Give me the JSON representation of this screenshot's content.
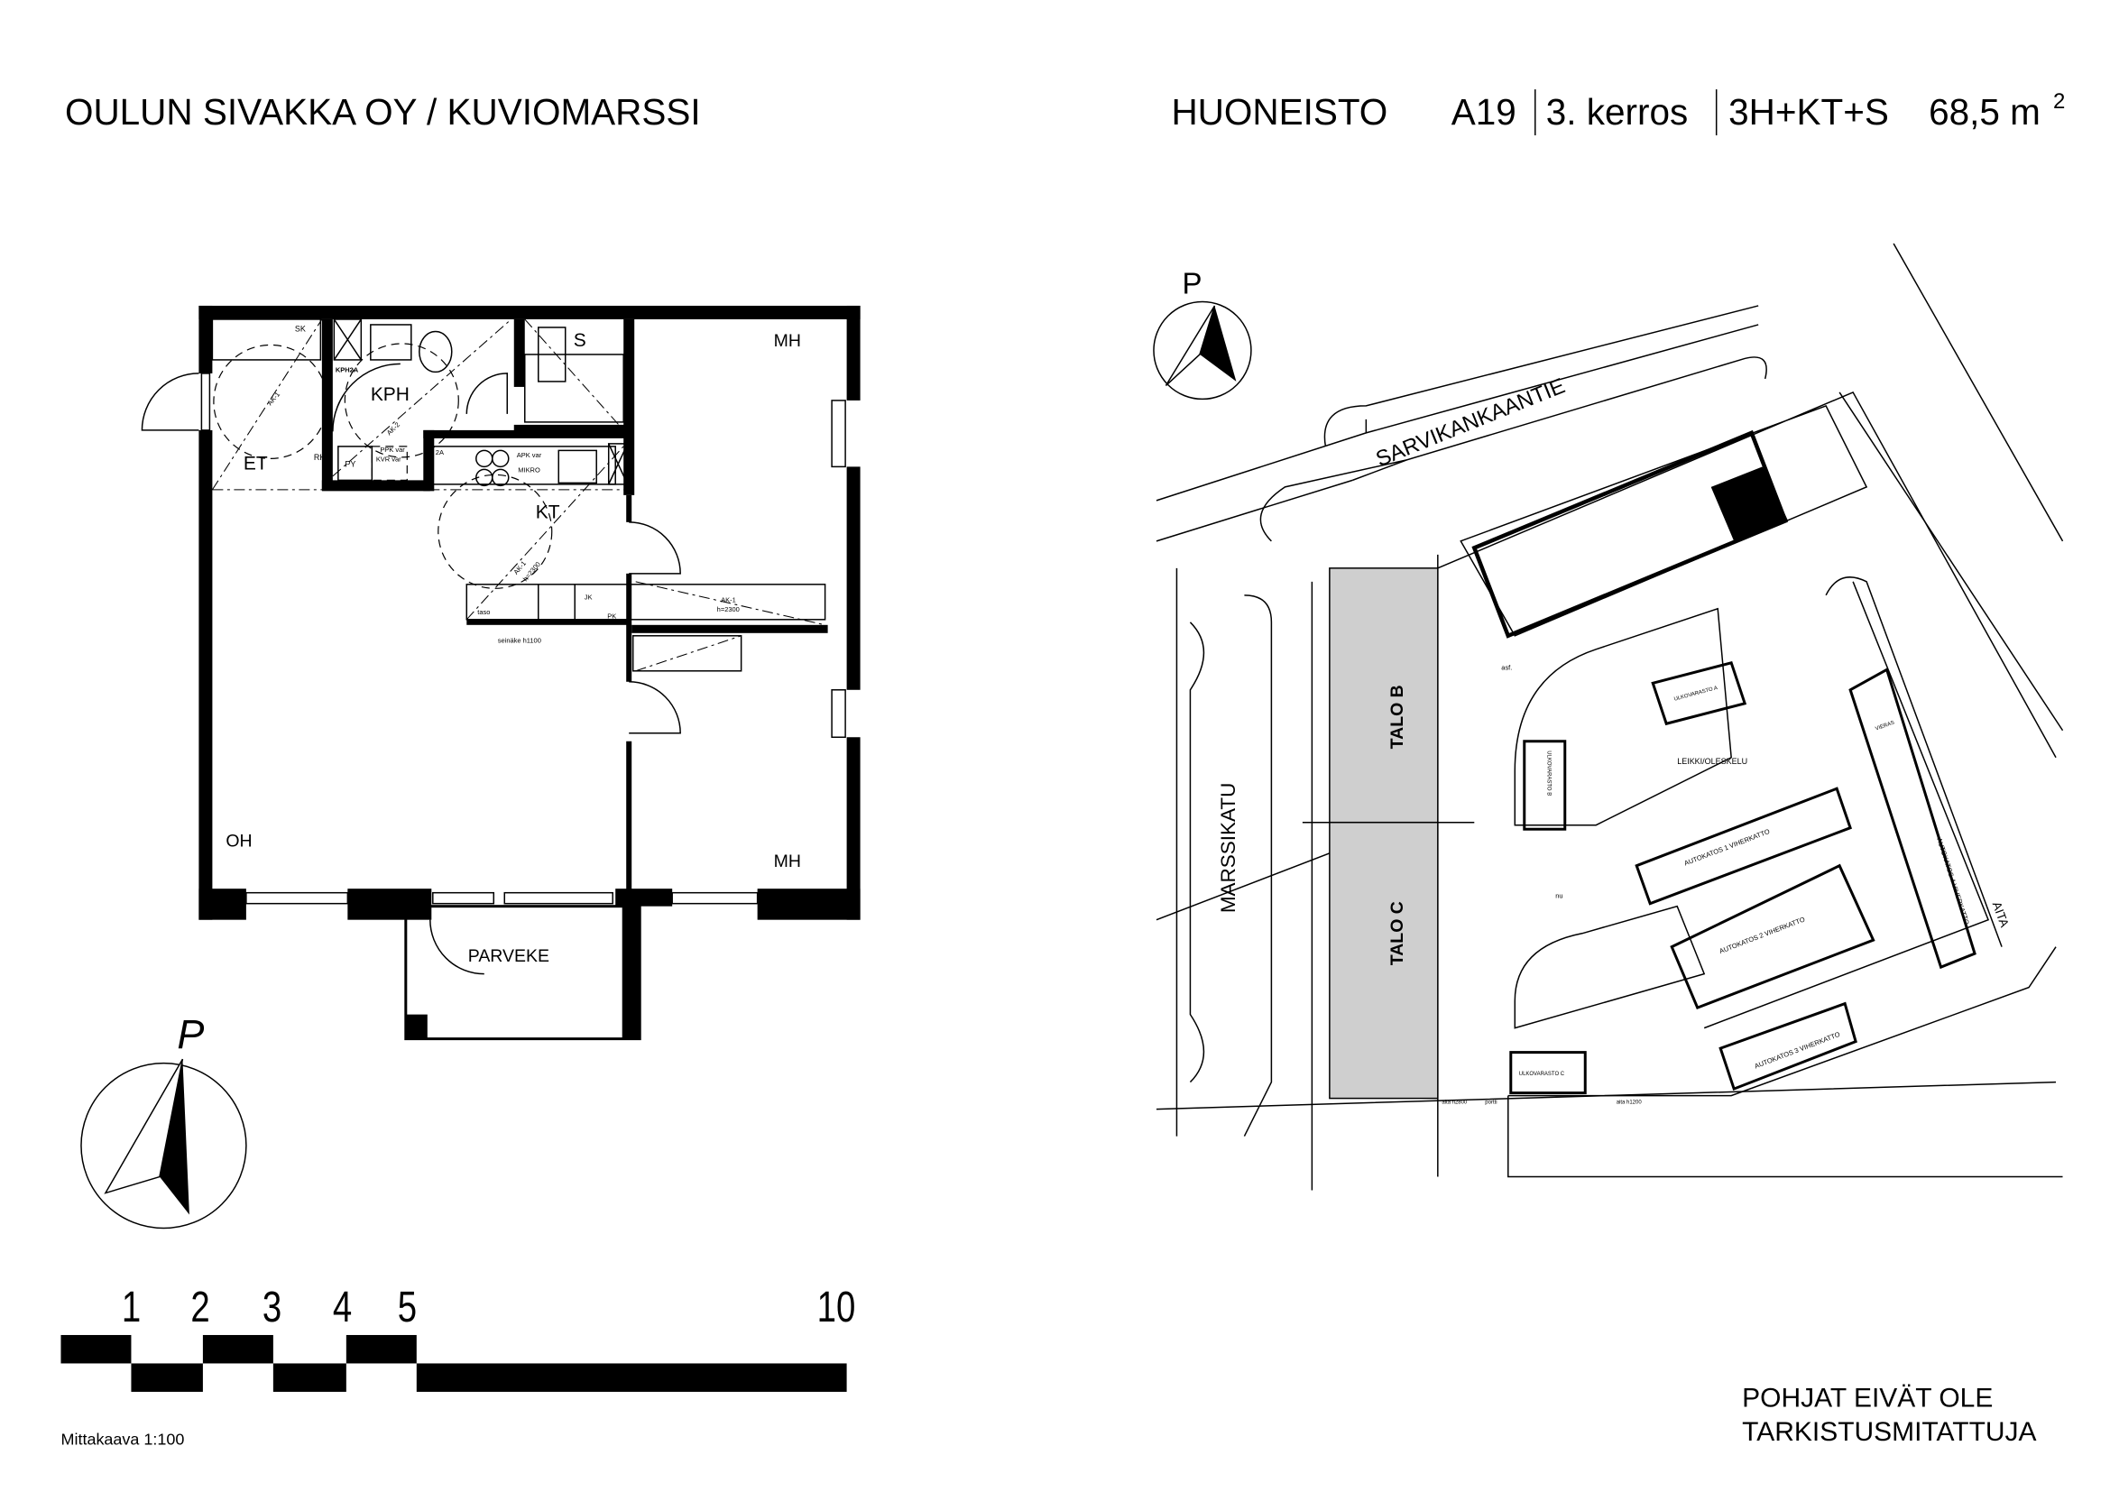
{
  "header": {
    "company": "OULUN SIVAKKA OY / KUVIOMARSSI",
    "apartment_label": "HUONEISTO",
    "apartment_id": "A19",
    "floor": "3. kerros",
    "room_type": "3H+KT+S",
    "area": "68,5 m",
    "area_unit_sup": "2"
  },
  "floorplan": {
    "rooms": {
      "et": "ET",
      "kph": "KPH",
      "s": "S",
      "mh1": "MH",
      "kt": "KT",
      "oh": "OH",
      "mh2": "MH",
      "parveke": "PARVEKE"
    },
    "fixtures": {
      "sk": "SK",
      "kph2a": "KPH2A",
      "rk": "RK",
      "py": "PY",
      "ppk": "PPK var",
      "kvr": "KVR var",
      "apk": "APK var",
      "mikro": "MIKRO",
      "two_a": "2A",
      "taso": "taso",
      "jk": "JK",
      "pk": "PK",
      "seinake": "seinäke h1100"
    },
    "annotations": {
      "ak1": "AK-1",
      "ak2": "AK-2",
      "h2300": "h=2300"
    },
    "north": "P"
  },
  "scale": {
    "ticks": [
      "1",
      "2",
      "3",
      "4",
      "5",
      "10"
    ],
    "label": "Mittakaava 1:100"
  },
  "siteplan": {
    "north": "P",
    "streets": {
      "north": "SARVIKANKAANTIE",
      "west": "MARSSIKATU"
    },
    "buildings": {
      "b": "TALO B",
      "c": "TALO C"
    },
    "areas": {
      "play": "LEIKKI/OLESKELU",
      "carport1": "AUTOKATOS 1 VIHERKATTO",
      "carport2": "AUTOKATOS 2 VIHERKATTO",
      "carport3": "AUTOKATOS 3 VIHERKATTO",
      "carport4": "AUTOKATOS 4 VIHERKATTO",
      "storage_a": "ULKOVARASTO A",
      "storage_b": "ULKOVARASTO B",
      "storage_c": "ULKOVARASTO C",
      "fence": "AITA",
      "asphalt": "asf.",
      "lawn": "nu",
      "fence_h1200": "aita h1200",
      "fence_h2800": "aita h2800",
      "gate": "portti",
      "guest": "VIERAS"
    }
  },
  "disclaimer": {
    "line1": "POHJAT EIVÄT OLE",
    "line2": "TARKISTUSMITATTUJA"
  }
}
